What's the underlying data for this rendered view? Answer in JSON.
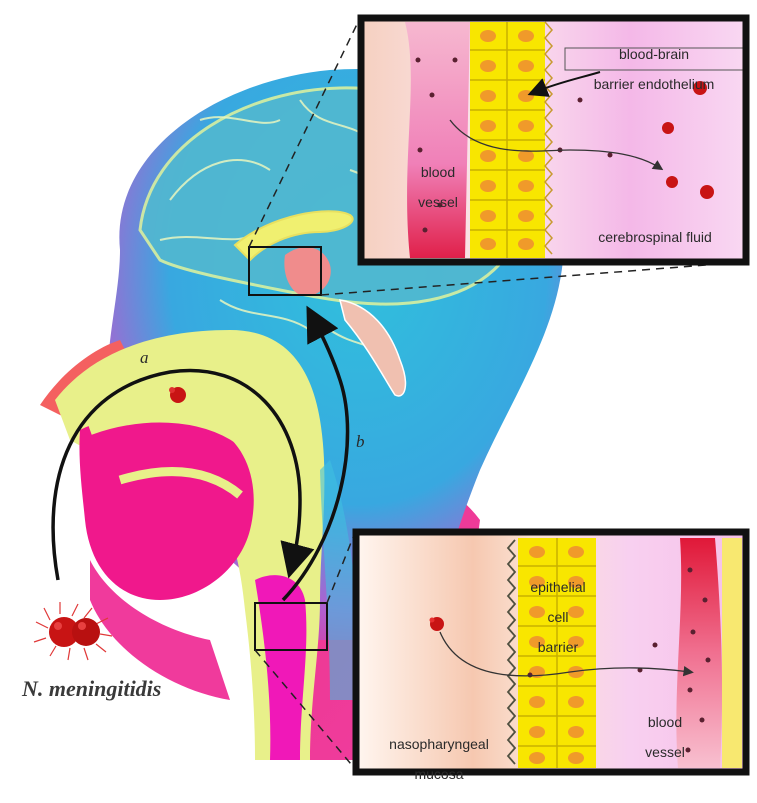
{
  "figure": {
    "organism": "N. meningitidis",
    "routes": {
      "a": "a",
      "b": "b"
    },
    "top_inset": {
      "label_barrier_line1": "blood-brain",
      "label_barrier_line2": "barrier endothelium",
      "label_vessel_line1": "blood",
      "label_vessel_line2": "vessel",
      "label_csf": "cerebrospinal fluid"
    },
    "bottom_inset": {
      "label_epi_line1": "epithelial",
      "label_epi_line2": "cell",
      "label_epi_line3": "barrier",
      "label_mucosa_line1": "nasopharyngeal",
      "label_mucosa_line2": "mucosa",
      "label_vessel_line1": "blood",
      "label_vessel_line2": "vessel"
    }
  },
  "colors": {
    "head_magenta": "#f0188c",
    "head_cyan": "#28b8d8",
    "airway_yellow": "#e8f08a",
    "cell_yellow": "#f8e600",
    "nucleus_orange": "#f09a2a",
    "bacteria_red": "#c81414",
    "frame": "#111111"
  }
}
